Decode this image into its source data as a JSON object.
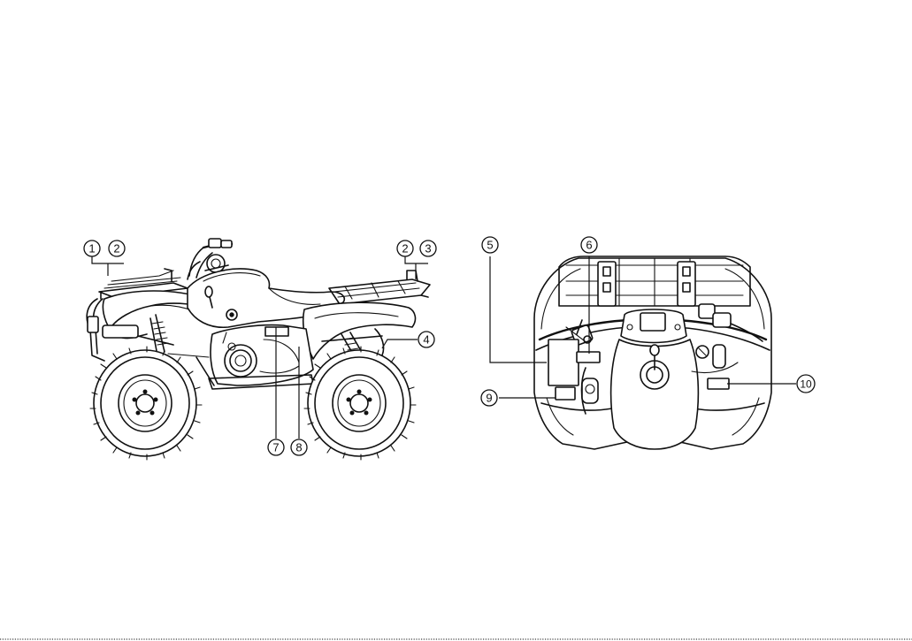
{
  "callouts": [
    {
      "id": "c1",
      "label": "1"
    },
    {
      "id": "c2a",
      "label": "2"
    },
    {
      "id": "c2b",
      "label": "2"
    },
    {
      "id": "c3",
      "label": "3"
    },
    {
      "id": "c4",
      "label": "4"
    },
    {
      "id": "c5",
      "label": "5"
    },
    {
      "id": "c6",
      "label": "6"
    },
    {
      "id": "c7",
      "label": "7"
    },
    {
      "id": "c8",
      "label": "8"
    },
    {
      "id": "c9",
      "label": "9"
    },
    {
      "id": "c10",
      "label": "10"
    }
  ],
  "colors": {
    "ink": "#111111",
    "paper": "#ffffff"
  }
}
